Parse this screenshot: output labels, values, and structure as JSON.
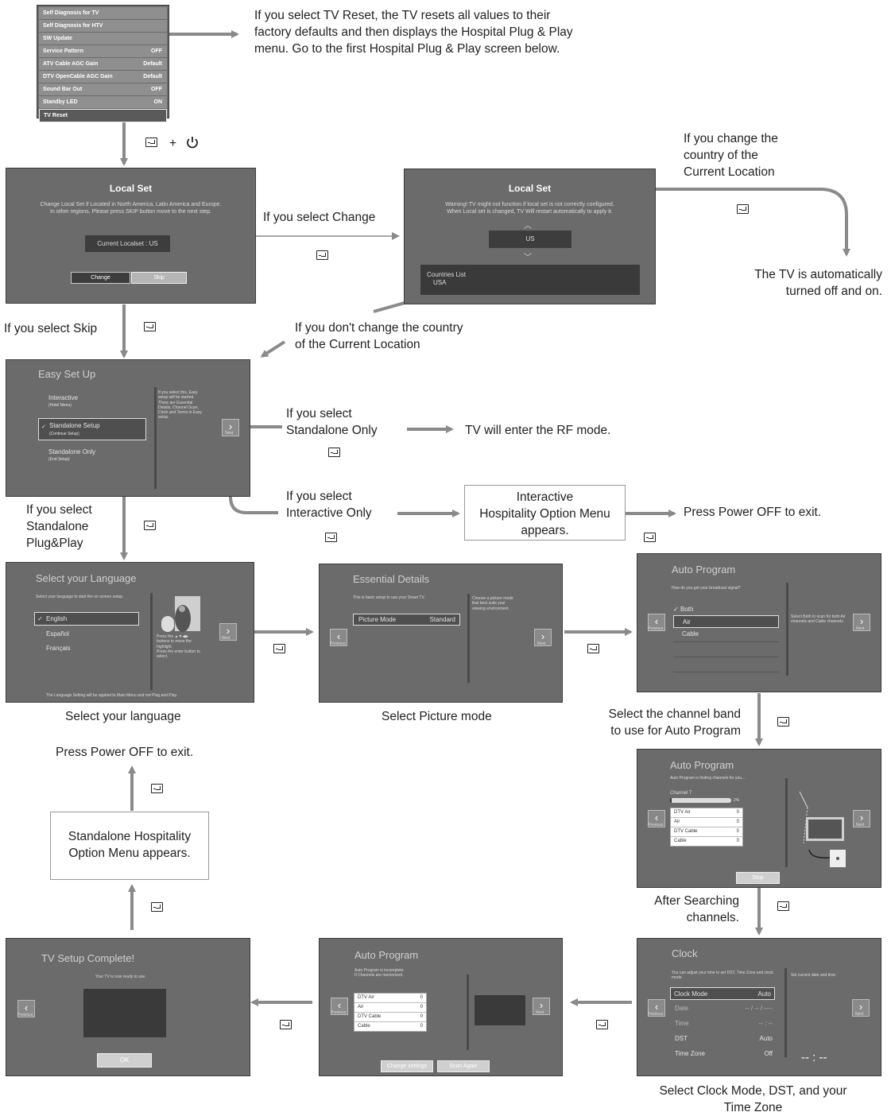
{
  "service_menu": {
    "rows": [
      {
        "label": "Self Diagnosis for TV",
        "value": ""
      },
      {
        "label": "Self Diagnosis for HTV",
        "value": ""
      },
      {
        "label": "SW Update",
        "value": ""
      },
      {
        "label": "Service Pattern",
        "value": "OFF"
      },
      {
        "label": "ATV Cable AGC Gain",
        "value": "Default"
      },
      {
        "label": "DTV OpenCable AGC Gain",
        "value": "Default"
      },
      {
        "label": "Sound Bar Out",
        "value": "OFF"
      },
      {
        "label": "Standby LED",
        "value": "ON"
      },
      {
        "label": "TV Reset",
        "value": ""
      }
    ]
  },
  "notes": {
    "tv_reset": [
      "If you select TV Reset, the TV resets all values to their",
      "factory defaults and then displays the Hospital Plug & Play",
      "menu. Go to the first Hospital Plug & Play screen below."
    ],
    "plus": "+",
    "if_change": "If you select Change",
    "country_change": [
      "If you change the",
      "country of the",
      "Current Location"
    ],
    "tv_auto": [
      "The TV is automatically",
      "turned off and on."
    ],
    "if_skip": "If you select Skip",
    "dont_change": [
      "If you don't change the country",
      "of the Current Location"
    ],
    "if_standalone_only": [
      "If you select",
      "Standalone Only"
    ],
    "rf_mode": "TV will enter the RF mode.",
    "if_interactive_only": [
      "If you select",
      "Interactive Only"
    ],
    "interactive_menu": [
      "Interactive",
      "Hospitality Option Menu",
      "appears."
    ],
    "power_off_1": "Press Power OFF to exit.",
    "if_standalone_pp": [
      "If you select",
      "Standalone",
      "Plug&Play"
    ],
    "caption_language": "Select your language",
    "caption_picture": "Select  Picture mode",
    "channel_band": [
      "Select the channel band",
      "to use for Auto Program"
    ],
    "power_off_2": "Press Power OFF to exit.",
    "standalone_menu": [
      "Standalone Hospitality",
      "Option Menu appears."
    ],
    "after_search": [
      "After Searching",
      "channels."
    ],
    "caption_clock": [
      "Select Clock Mode, DST, and your",
      "Time Zone"
    ]
  },
  "local_set": {
    "title": "Local Set",
    "text": [
      "Change Local Set if Located in North America, Latin America and Europe.",
      "In other regions, Please press SKIP button move to the next step."
    ],
    "current": "Current Localset : US",
    "change": "Change",
    "skip": "Skip"
  },
  "local_set2": {
    "title": "Local Set",
    "text": [
      "Warning! TV might not function if local set is not correctly configured.",
      "When Local set is changed, TV Will restart automatically to apply it."
    ],
    "value": "US",
    "list_title": "Countries List",
    "list_item": "USA"
  },
  "easy_setup": {
    "title": "Easy Set Up",
    "items": [
      {
        "label": "Interactive",
        "sub": "(Hotel Menu)"
      },
      {
        "label": "Standalone Setup",
        "sub": "(Continue Setup)"
      },
      {
        "label": "Standalone Only",
        "sub": "(End Setup)"
      }
    ],
    "desc": [
      "If you select this, Easy",
      "setup will be started.",
      "There are Essential",
      "Details, Channel Scan,",
      "Clock and Terms in Easy",
      "setup."
    ],
    "next": "Next",
    "check": "✓"
  },
  "language": {
    "title": "Select your Language",
    "sub": "Select your language to start the on screen setup.",
    "items": [
      "English",
      "Español",
      "Français"
    ],
    "check": "✓",
    "desc": [
      "Press the ▲▼◀▶",
      "buttons to move the",
      "highlight.",
      "Press the enter button to",
      "select."
    ],
    "footer": "The Language Setting will be applied to Main Menu and not Plug and Play.",
    "next": "Next"
  },
  "essential": {
    "title": "Essential Details",
    "sub": "This is basic setup to use your Smart TV.",
    "row_label": "Picture Mode",
    "row_value": "Standard",
    "desc": [
      "Choose a picture mode",
      "that best suits your",
      "viewing environment."
    ],
    "prev": "Previous",
    "next": "Next"
  },
  "auto1": {
    "title": "Auto Program",
    "sub": "How do you get your broadcast signal?",
    "items": [
      "Both",
      "Air",
      "Cable"
    ],
    "check": "✓",
    "desc": [
      "Select Both to scan for both Air",
      "channels and Cable channels."
    ],
    "prev": "Previous",
    "next": "Next"
  },
  "auto2": {
    "title": "Auto Program",
    "sub": "Auto Program is finding channels for you...",
    "channel": "Channel   7",
    "percent": "2%",
    "progress": 0.02,
    "rows": [
      {
        "l": "DTV Air",
        "v": "0"
      },
      {
        "l": "Air",
        "v": "0"
      },
      {
        "l": "DTV Cable",
        "v": "0"
      },
      {
        "l": "Cable",
        "v": "0"
      }
    ],
    "stop": "Stop",
    "prev": "Previous",
    "next": "Next"
  },
  "clock": {
    "title": "Clock",
    "sub": [
      "You can adjust your time to set DST, Time Zone and clock",
      "mode."
    ],
    "rows": [
      {
        "l": "Clock Mode",
        "v": "Auto"
      },
      {
        "l": "Date",
        "v": "-- / -- / ----"
      },
      {
        "l": "Time",
        "v": "-- : --"
      },
      {
        "l": "DST",
        "v": "Auto"
      },
      {
        "l": "Time Zone",
        "v": "Off"
      }
    ],
    "desc": "Set current date and time",
    "big_time": "-- : --",
    "prev": "Previous",
    "next": "Next"
  },
  "auto3": {
    "title": "Auto Program",
    "sub": [
      "Auto Program is incomplete.",
      "0 Channels are memorized."
    ],
    "rows": [
      {
        "l": "DTV Air",
        "v": "0"
      },
      {
        "l": "Air",
        "v": "0"
      },
      {
        "l": "DTV Cable",
        "v": "0"
      },
      {
        "l": "Cable",
        "v": "0"
      }
    ],
    "change": "Change settings",
    "scan": "Scan Again",
    "prev": "Previous",
    "next": "Next"
  },
  "complete": {
    "title": "TV Setup Complete!",
    "sub": "Your TV is now ready to use.",
    "ok": "OK",
    "prev": "Previous"
  }
}
